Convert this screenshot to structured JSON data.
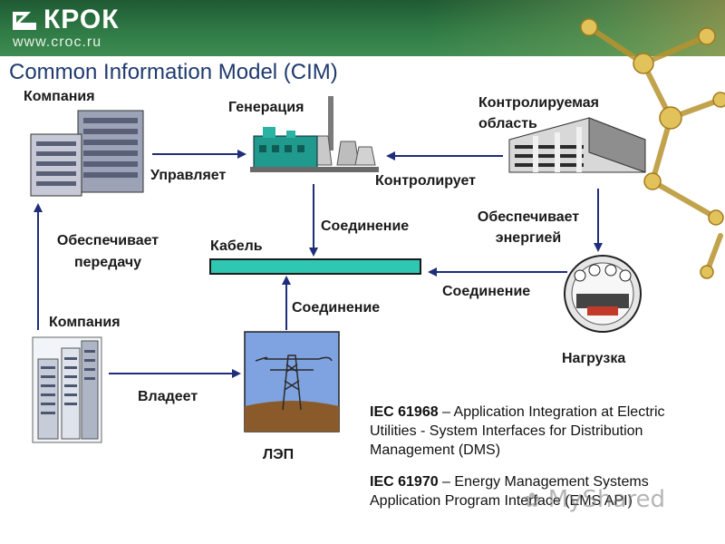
{
  "header": {
    "logo_text": "КРОК",
    "url_text": "www.croc.ru"
  },
  "title": "Common Information Model (CIM)",
  "diagram": {
    "company_top": "Компания",
    "generation": "Генерация",
    "controlled_area_line1": "Контролируемая",
    "controlled_area_line2": "область",
    "manages": "Управляет",
    "controls": "Контролирует",
    "connection_top": "Соединение",
    "supplies_energy_line1": "Обеспечивает",
    "supplies_energy_line2": "энергией",
    "cable": "Кабель",
    "provides_transfer_line1": "Обеспечивает",
    "provides_transfer_line2": "передачу",
    "connection_right": "Соединение",
    "company_bottom": "Компания",
    "connection_mid": "Соединение",
    "load": "Нагрузка",
    "owns": "Владеет",
    "power_line": "ЛЭП"
  },
  "standards": [
    {
      "code": "IEC 61968",
      "text": " – Application Integration at Electric Utilities - System Interfaces for Distribution Management (DMS)"
    },
    {
      "code": "IEC 61970",
      "text": " – Energy Management Systems Application Program Interface (EMS API)"
    }
  ],
  "watermark": "MyShared",
  "colors": {
    "header_green": "#2f7a45",
    "title_blue": "#1f3a6e",
    "cable_teal": "#2fc7b2",
    "arrow_navy": "#1f2d7a"
  }
}
